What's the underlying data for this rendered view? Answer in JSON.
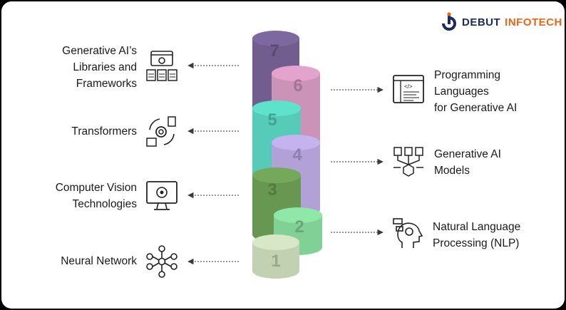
{
  "brand": {
    "name_part1": "DEBUT",
    "name_part2": "INFOTECH"
  },
  "left_items": [
    {
      "lines": [
        "Generative AI’s",
        "Libraries and",
        "Frameworks"
      ],
      "icon": "library-framework-icon"
    },
    {
      "lines": [
        "Transformers"
      ],
      "icon": "transformer-icon"
    },
    {
      "lines": [
        "Computer Vision",
        "Technologies"
      ],
      "icon": "computer-vision-icon"
    },
    {
      "lines": [
        "Neural Network"
      ],
      "icon": "neural-network-icon"
    }
  ],
  "right_items": [
    {
      "lines": [
        "Programming",
        "Languages",
        "for Generative AI"
      ],
      "icon": "code-window-icon"
    },
    {
      "lines": [
        "Generative AI",
        "Models"
      ],
      "icon": "ai-models-icon"
    },
    {
      "lines": [
        "Natural Language",
        "Processing (NLP)"
      ],
      "icon": "head-gear-icon"
    }
  ],
  "cylinders": [
    {
      "number": "1",
      "color": "#d8e8c6"
    },
    {
      "number": "2",
      "color": "#8fe8a8"
    },
    {
      "number": "3",
      "color": "#74a85a"
    },
    {
      "number": "4",
      "color": "#c5b3ef"
    },
    {
      "number": "5",
      "color": "#5fe2cc"
    },
    {
      "number": "6",
      "color": "#e3a3cd"
    },
    {
      "number": "7",
      "color": "#7d689f"
    }
  ]
}
